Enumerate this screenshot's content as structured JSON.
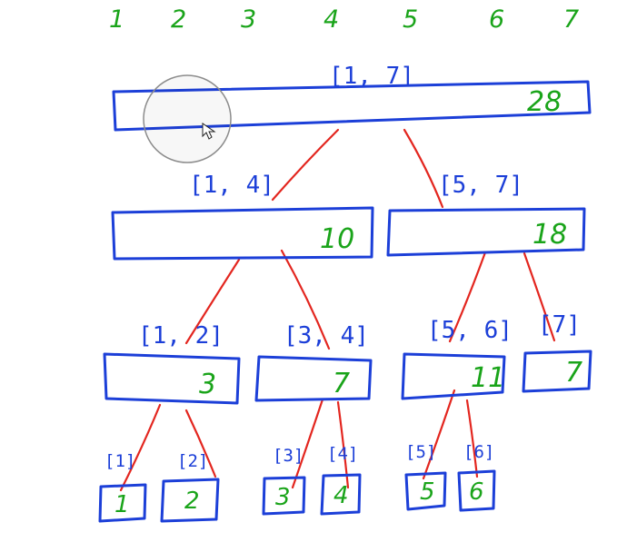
{
  "indices": [
    "1",
    "2",
    "3",
    "4",
    "5",
    "6",
    "7"
  ],
  "nodes": {
    "root": {
      "range": "[1, 7]",
      "value": "28"
    },
    "l": {
      "range": "[1, 4]",
      "value": "10"
    },
    "r": {
      "range": "[5, 7]",
      "value": "18"
    },
    "ll": {
      "range": "[1, 2]",
      "value": "3"
    },
    "lr": {
      "range": "[3, 4]",
      "value": "7"
    },
    "rl": {
      "range": "[5, 6]",
      "value": "11"
    },
    "rr": {
      "range": "[7]",
      "value": "7"
    },
    "leaf1": {
      "range": "[1]",
      "value": "1"
    },
    "leaf2": {
      "range": "[2]",
      "value": "2"
    },
    "leaf3": {
      "range": "[3]",
      "value": "3"
    },
    "leaf4": {
      "range": "[4]",
      "value": "4"
    },
    "leaf5": {
      "range": "[5]",
      "value": "5"
    },
    "leaf6": {
      "range": "[6]",
      "value": "6"
    }
  },
  "colors": {
    "box": "#1c3fd8",
    "value": "#1aa41a",
    "edge": "#e3261f",
    "index": "#1aa41a"
  }
}
